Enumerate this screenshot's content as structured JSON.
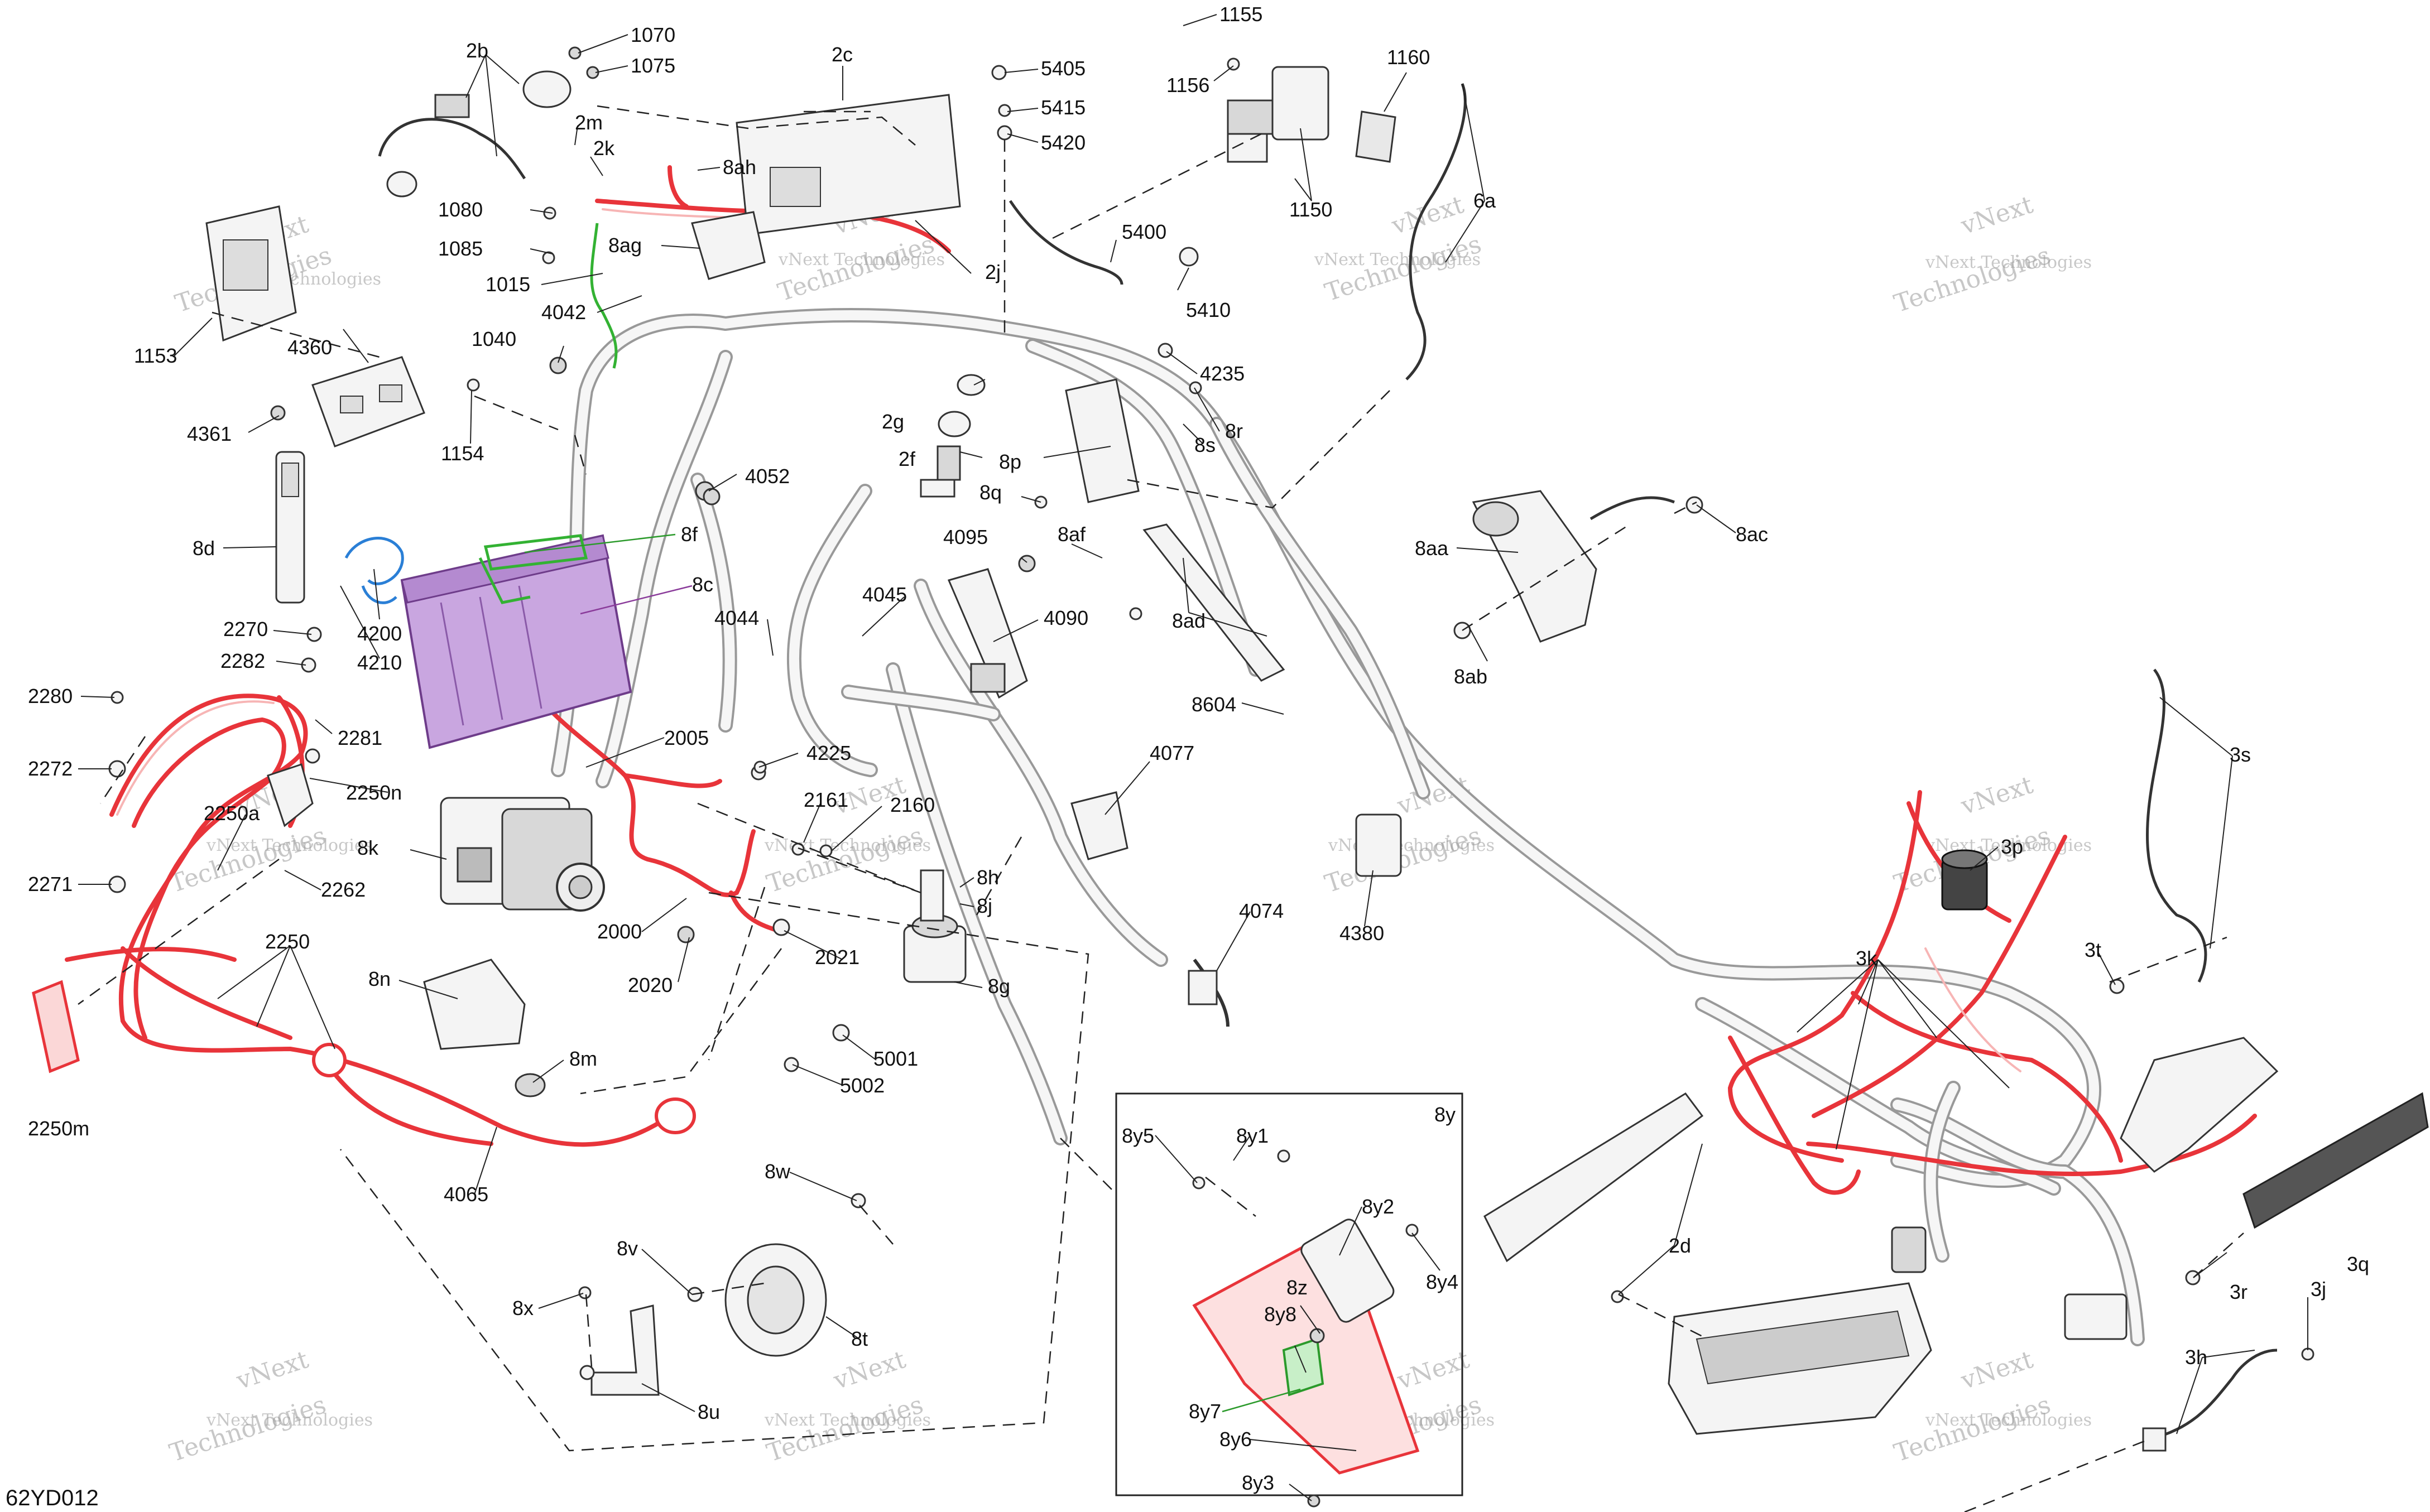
{
  "diagram_code": "62YD012",
  "watermark_text_1": "vNext",
  "watermark_text_2": "Technologies",
  "watermark_text_3": "vNext Technologies",
  "colors": {
    "harness_red": "#e8343a",
    "battery_purple": "#c9a6e0",
    "bracket_green": "#33b233",
    "clip_blue": "#2a7fd6",
    "leader": "#222222"
  },
  "labels": {
    "p1070": "1070",
    "p1075": "1075",
    "p2b": "2b",
    "p2c": "2c",
    "p5405": "5405",
    "p5415": "5415",
    "p5420": "5420",
    "p1155": "1155",
    "p1156": "1156",
    "p1160": "1160",
    "p2m": "2m",
    "p2k": "2k",
    "p8ah": "8ah",
    "p1080": "1080",
    "p1085": "1085",
    "p8ag": "8ag",
    "p1015": "1015",
    "p2j": "2j",
    "p5400": "5400",
    "p1150": "1150",
    "p6a": "6a",
    "p5410": "5410",
    "p1153": "1153",
    "p4042": "4042",
    "p1040": "1040",
    "p4235": "4235",
    "p4360": "4360",
    "p4361": "4361",
    "p2g": "2g",
    "p8r": "8r",
    "p8s": "8s",
    "p1154": "1154",
    "p2f": "2f",
    "p8p": "8p",
    "p8q": "8q",
    "p4052": "4052",
    "p8ac": "8ac",
    "p8aa": "8aa",
    "p8d": "8d",
    "p8f": "8f",
    "p4095": "4095",
    "p8af": "8af",
    "p8c": "8c",
    "p4200": "4200",
    "p4045": "4045",
    "p4090": "4090",
    "p8ad": "8ad",
    "p8ab": "8ab",
    "p2270": "2270",
    "p4210": "4210",
    "p4044": "4044",
    "p2282": "2282",
    "p2280": "2280",
    "p8604": "8604",
    "p2281": "2281",
    "p2005": "2005",
    "p4225": "4225",
    "p2272": "2272",
    "p4077": "4077",
    "p3s": "3s",
    "p2250n": "2250n",
    "p2161": "2161",
    "p2160": "2160",
    "p2250a": "2250a",
    "p8k": "8k",
    "p3p": "3p",
    "p8h": "8h",
    "p2271": "2271",
    "p2262": "2262",
    "p8j": "8j",
    "p4380": "4380",
    "p4074": "4074",
    "p2000": "2000",
    "p2250": "2250",
    "p2021": "2021",
    "p3k": "3k",
    "p3t": "3t",
    "p2020": "2020",
    "p8g": "8g",
    "p8n": "8n",
    "p5001": "5001",
    "p8m": "8m",
    "p5002": "5002",
    "p2250m": "2250m",
    "p8y": "8y",
    "p8y5": "8y5",
    "p8y1": "8y1",
    "p4065": "4065",
    "p8w": "8w",
    "p8y2": "8y2",
    "p2d": "2d",
    "p8v": "8v",
    "p8x": "8x",
    "p8z": "8z",
    "p8y4": "8y4",
    "p3q": "3q",
    "p3r": "3r",
    "p3j": "3j",
    "p8y8": "8y8",
    "p8t": "8t",
    "p3h": "3h",
    "p8u": "8u",
    "p8y7": "8y7",
    "p8y6": "8y6",
    "p8y3": "8y3"
  }
}
